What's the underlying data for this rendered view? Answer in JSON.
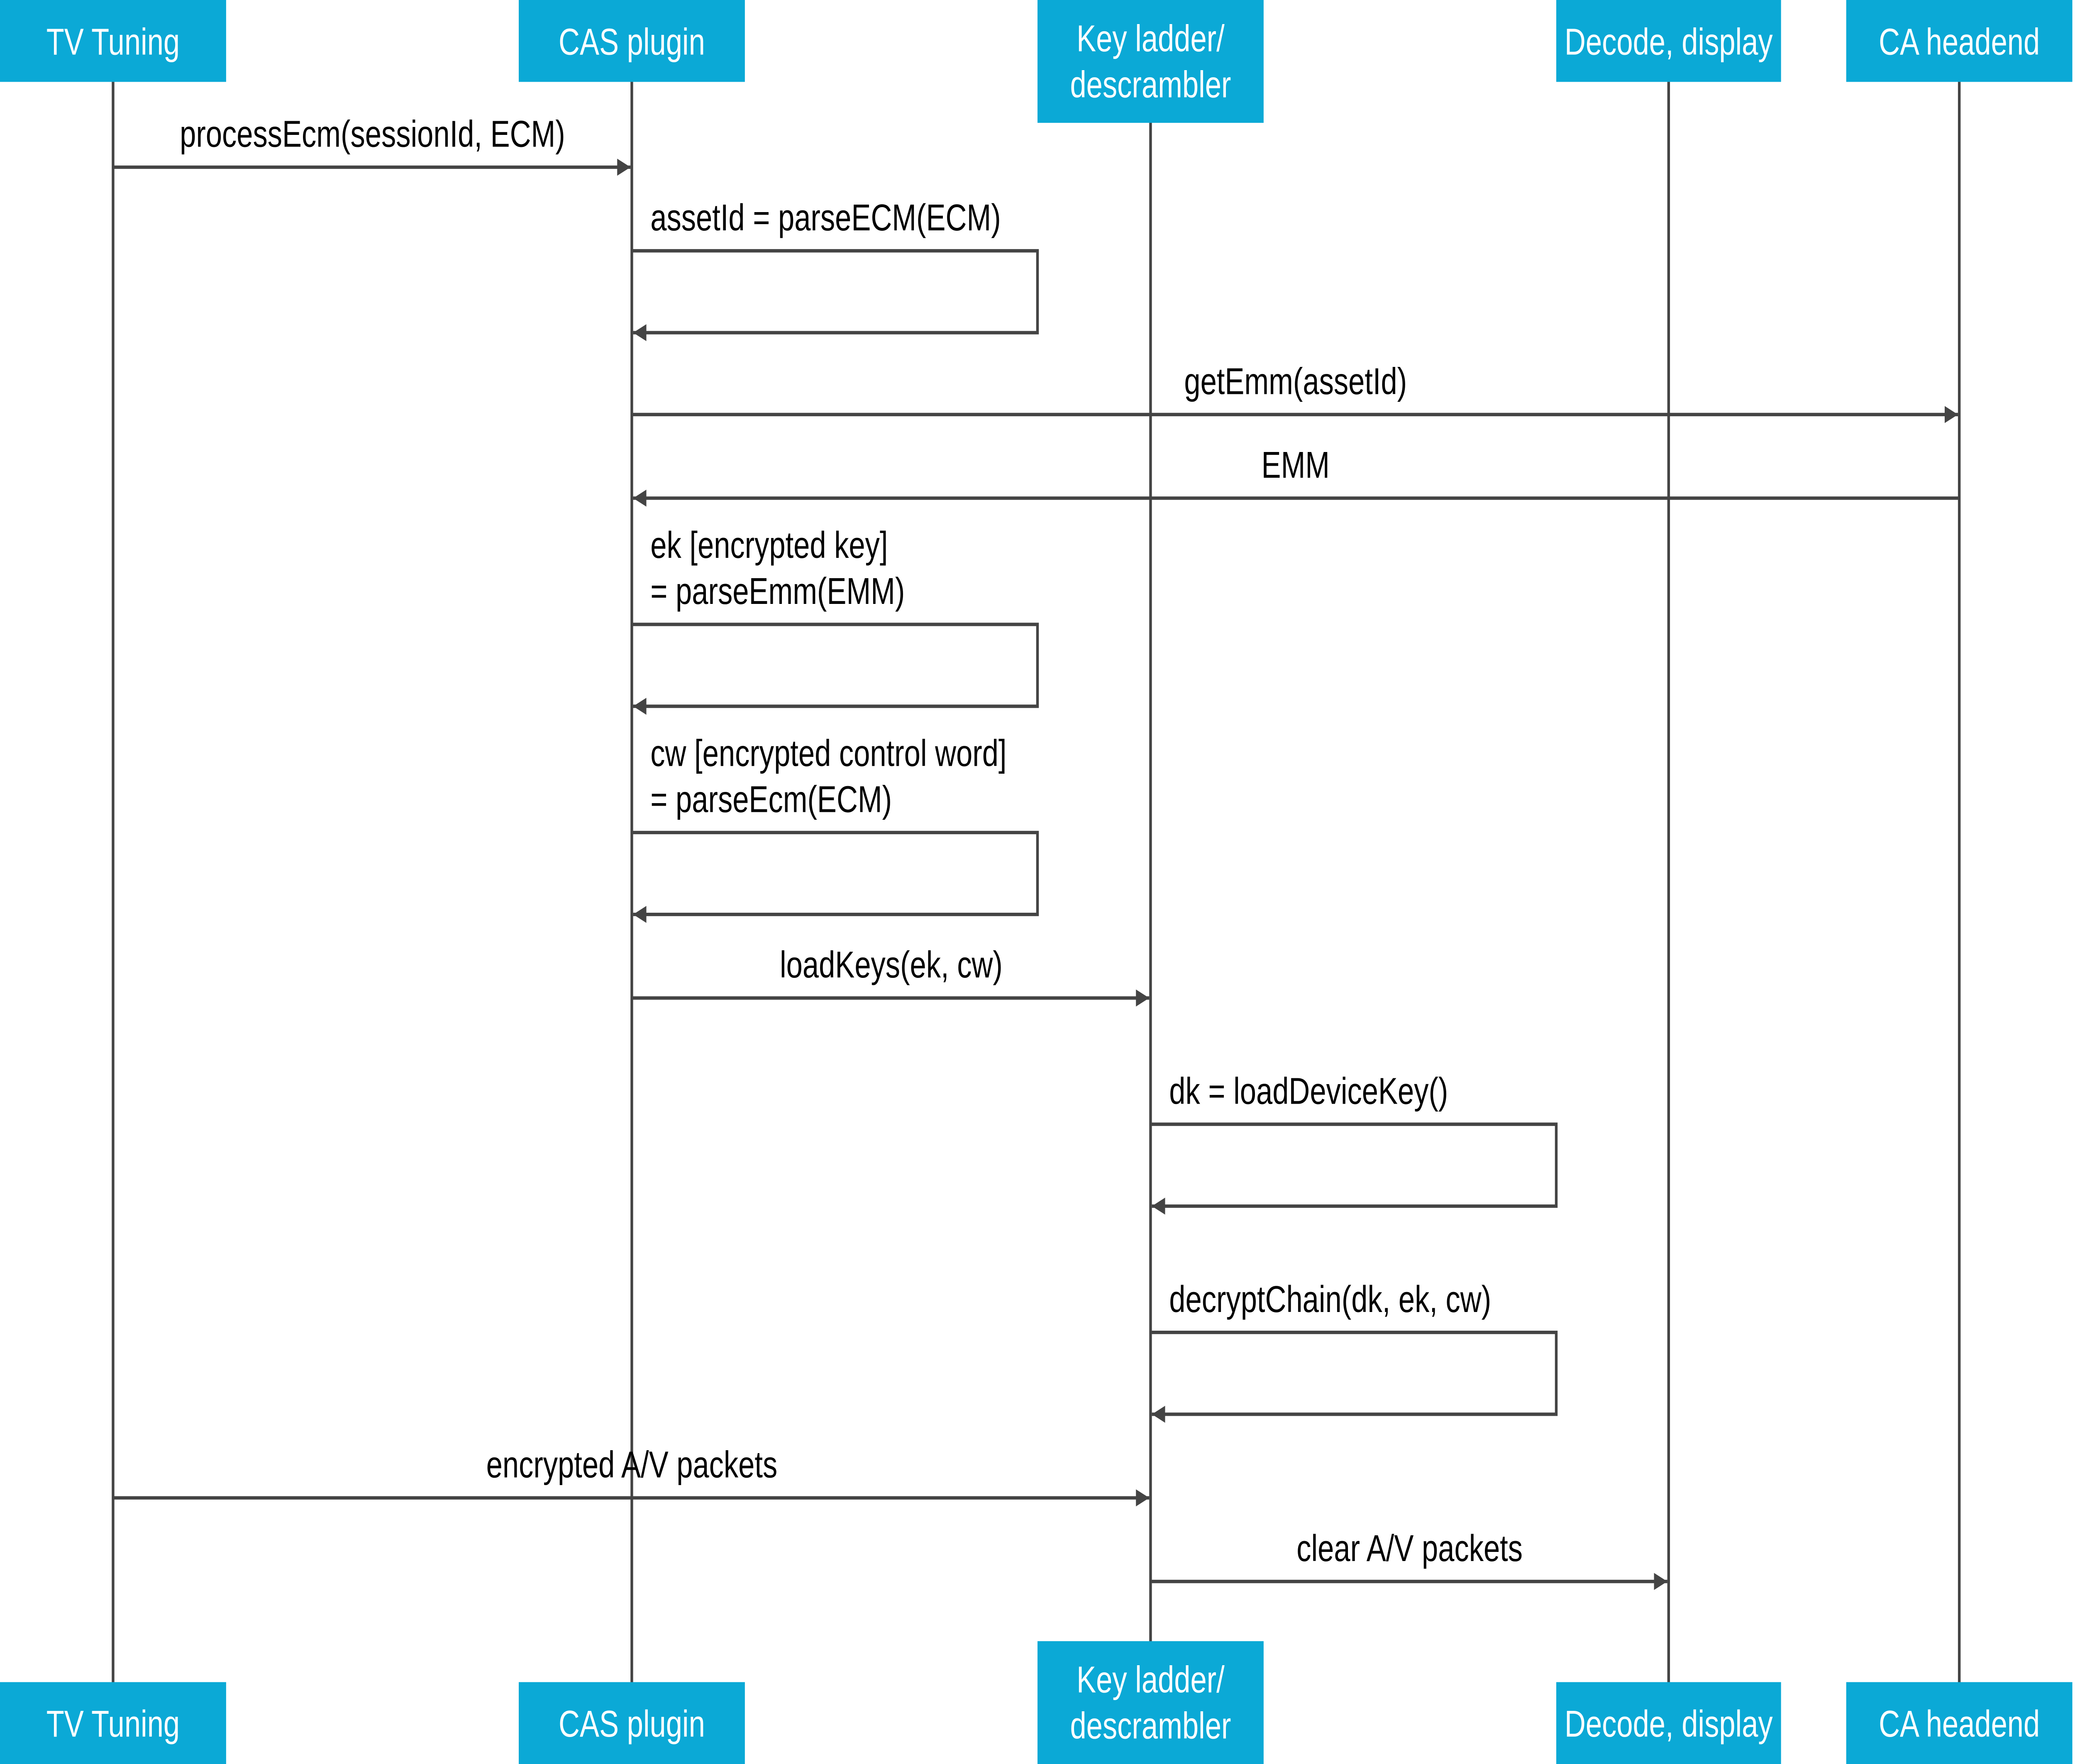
{
  "colors": {
    "header_fill": "#0ba9d6",
    "line": "#444444",
    "header_text": "#ffffff",
    "label_text": "#000000"
  },
  "participants": [
    {
      "id": "tv",
      "lines": [
        "TV Tuning"
      ]
    },
    {
      "id": "cas",
      "lines": [
        "CAS plugin"
      ]
    },
    {
      "id": "kl",
      "lines": [
        "Key ladder/",
        "descrambler"
      ]
    },
    {
      "id": "dd",
      "lines": [
        "Decode, display"
      ]
    },
    {
      "id": "ca",
      "lines": [
        "CA headend"
      ]
    }
  ],
  "messages": [
    {
      "from": "tv",
      "to": "cas",
      "lines": [
        "processEcm(sessionId, ECM)"
      ]
    },
    {
      "from": "cas",
      "to": "cas",
      "lines": [
        "assetId = parseECM(ECM)"
      ]
    },
    {
      "from": "cas",
      "to": "ca",
      "lines": [
        "getEmm(assetId)"
      ]
    },
    {
      "from": "ca",
      "to": "cas",
      "lines": [
        "EMM"
      ]
    },
    {
      "from": "cas",
      "to": "cas",
      "lines": [
        "ek [encrypted key]",
        "= parseEmm(EMM)"
      ]
    },
    {
      "from": "cas",
      "to": "cas",
      "lines": [
        "cw [encrypted control word]",
        "= parseEcm(ECM)"
      ]
    },
    {
      "from": "cas",
      "to": "kl",
      "lines": [
        "loadKeys(ek, cw)"
      ]
    },
    {
      "from": "kl",
      "to": "kl",
      "lines": [
        "dk = loadDeviceKey()"
      ]
    },
    {
      "from": "kl",
      "to": "kl",
      "lines": [
        "decryptChain(dk, ek, cw)"
      ]
    },
    {
      "from": "tv",
      "to": "kl",
      "lines": [
        "encrypted A/V packets"
      ]
    },
    {
      "from": "kl",
      "to": "dd",
      "lines": [
        "clear A/V packets"
      ]
    }
  ]
}
